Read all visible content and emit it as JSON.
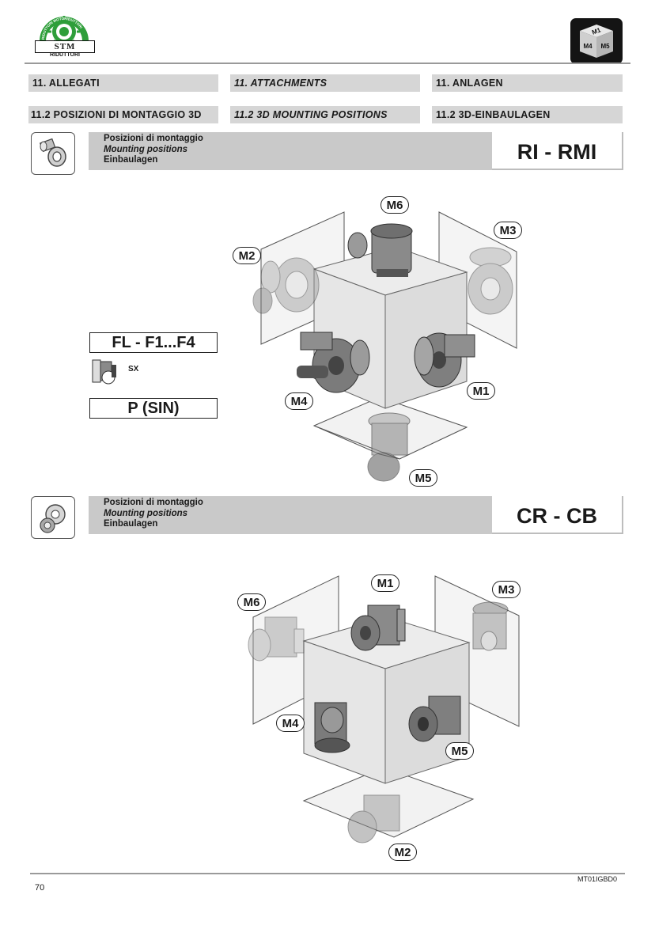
{
  "header": {
    "logo_text": "STM",
    "logo_subtext": "RIDUTTORI",
    "logo_arc_text": "RIDUTTORI MOTORIDUTTORI",
    "badge_labels": [
      "M1",
      "M4",
      "M5"
    ]
  },
  "section": {
    "it": "11. ALLEGATI",
    "en": "11. ATTACHMENTS",
    "de": "11.  ANLAGEN"
  },
  "subsection": {
    "it": "11.2 POSIZIONI DI MONTAGGIO 3D",
    "en": "11.2 3D MOUNTING POSITIONS",
    "de": "11.2 3D-EINBAULAGEN"
  },
  "panels": [
    {
      "label_it": "Posizioni di montaggio",
      "label_en": "Mounting positions",
      "label_de": "Einbaulagen",
      "code": "RI - RMI",
      "positions": [
        "M6",
        "M3",
        "M2",
        "M1",
        "M4",
        "M5"
      ],
      "flange_label": "FL - F1...F4",
      "side_label": "SX",
      "variant_label": "P  (SIN)"
    },
    {
      "label_it": "Posizioni di montaggio",
      "label_en": "Mounting positions",
      "label_de": "Einbaulagen",
      "code": "CR - CB",
      "positions": [
        "M1",
        "M3",
        "M6",
        "M4",
        "M5",
        "M2"
      ]
    }
  ],
  "footer": {
    "page_number": "70",
    "doc_code": "MT01IGBD0"
  }
}
